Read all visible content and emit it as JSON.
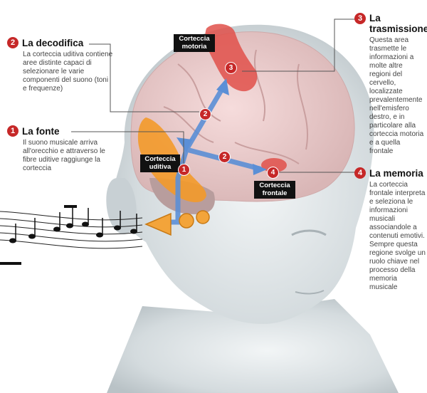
{
  "steps": [
    {
      "num": "1",
      "title": "La fonte",
      "body": "Il suono musicale arriva all'orecchio e attraverso le fibre uditive raggiunge la corteccia"
    },
    {
      "num": "2",
      "title": "La decodifica",
      "body": "La corteccia uditiva contiene aree distinte capaci di selezionare le varie componenti del suono (toni e frequenze)"
    },
    {
      "num": "3",
      "title": "La trasmissione",
      "body": "Questa area trasmette le informazioni a molte altre regioni del cervello, localizzate prevalentemente nell'emisfero destro, e in particolare alla corteccia motoria e a quella frontale"
    },
    {
      "num": "4",
      "title": "La memoria",
      "body": "La corteccia frontale interpreta e seleziona le informazioni musicali associandole a contenuti emotivi. Sempre questa regione svolge un ruolo chiave nel processo della memoria musicale"
    }
  ],
  "regions": {
    "motor": "Corteccia motoria",
    "auditory": "Corteccia uditiva",
    "frontal": "Corteccia frontale"
  },
  "markers": [
    "1",
    "2",
    "2",
    "3",
    "4"
  ],
  "colors": {
    "accent_red": "#c62828",
    "path_blue": "#5b8fd6",
    "auditory_orange": "#f39a2a"
  }
}
